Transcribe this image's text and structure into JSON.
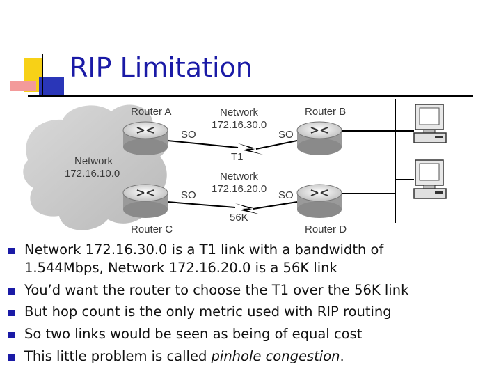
{
  "slide": {
    "title": "RIP Limitation"
  },
  "diagram": {
    "router_a": "Router A",
    "router_b": "Router B",
    "router_c": "Router C",
    "router_d": "Router D",
    "cloud_network": "Network",
    "cloud_address": "172.16.10.0",
    "top_network_label": "Network",
    "top_network_address": "172.16.30.0",
    "top_link_speed": "T1",
    "bottom_network_label": "Network",
    "bottom_network_address": "172.16.20.0",
    "bottom_link_speed": "56K",
    "port_a": "SO",
    "port_b": "SO",
    "port_c": "SO",
    "port_d": "SO",
    "colors": {
      "router_body": "#e6e6e6",
      "cloud": "#c9c9c9",
      "accent_blue": "#1a1aa6",
      "accent_yellow": "#f7d117",
      "accent_red": "#e83a3a"
    }
  },
  "bullets": [
    {
      "line1": "Network 172.16.30.0 is a T1 link with a bandwidth of",
      "line2": "1.544Mbps, Network 172.16.20.0 is a 56K link"
    },
    {
      "text": "You’d want the router to choose the T1 over the 56K link"
    },
    {
      "text": "But hop count is the only metric used with RIP routing"
    },
    {
      "text": "So two links would be seen as being of equal cost"
    },
    {
      "prefix": "This little problem is called ",
      "emphasis": "pinhole congestion",
      "suffix": "."
    }
  ]
}
